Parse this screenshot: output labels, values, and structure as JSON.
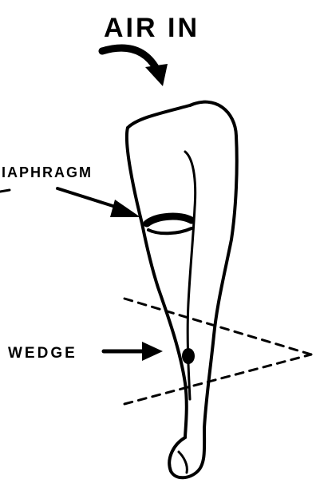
{
  "labels": {
    "title": "AIR IN",
    "diaphragm": "IAPHRAGM",
    "wedge": "WEDGE"
  },
  "colors": {
    "ink": "#000000",
    "background": "#ffffff"
  }
}
